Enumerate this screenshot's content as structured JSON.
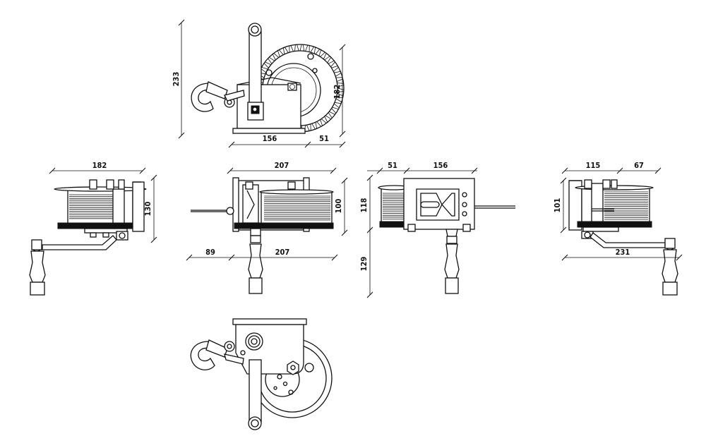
{
  "drawing": {
    "views": {
      "side_view_top": {
        "dims": [
          "233",
          "156",
          "51",
          "182"
        ]
      },
      "left_view": {
        "dims": [
          "182",
          "130"
        ]
      },
      "front_view": {
        "dims": [
          "207",
          "100",
          "89",
          "207"
        ]
      },
      "rear_view": {
        "dims": [
          "51",
          "156",
          "118",
          "129"
        ]
      },
      "right_view": {
        "dims": [
          "115",
          "67",
          "101",
          "231"
        ]
      },
      "side_view_bottom": {
        "dims": []
      }
    }
  }
}
